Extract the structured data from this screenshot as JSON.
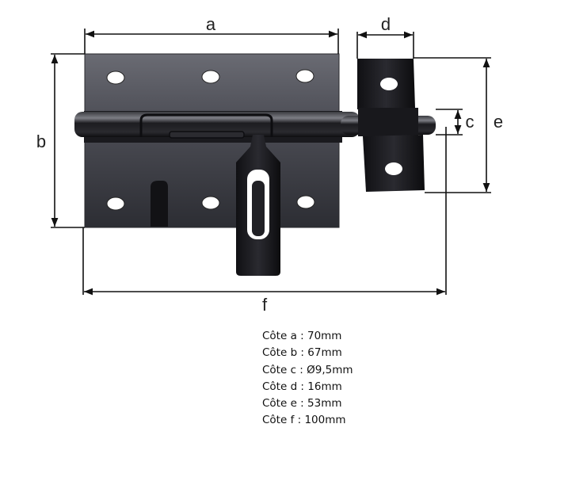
{
  "diagram": {
    "subject": "padlockable barrel bolt",
    "dimension_labels": {
      "a": "a",
      "b": "b",
      "c": "c",
      "d": "d",
      "e": "e",
      "f": "f"
    }
  },
  "specs": [
    {
      "text": "Côte a : 70mm"
    },
    {
      "text": "Côte b : 67mm"
    },
    {
      "text": "Côte c : Ø9,5mm"
    },
    {
      "text": "Côte d : 16mm"
    },
    {
      "text": "Côte e : 53mm"
    },
    {
      "text": "Côte f : 100mm"
    }
  ],
  "colors": {
    "plate": "#4a4b52",
    "metal_dark": "#17171b",
    "line": "#111111"
  }
}
